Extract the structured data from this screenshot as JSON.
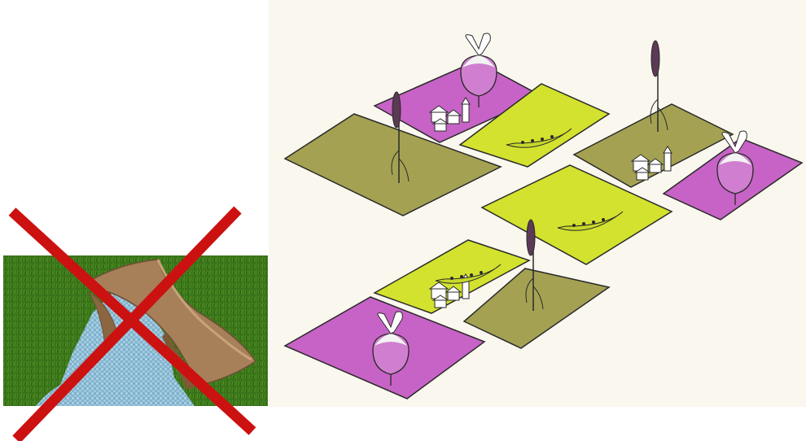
{
  "colors": {
    "background": "#ffffff",
    "grass": "#3f7a1e",
    "granules": "#9cc6dc",
    "sack": "#a9825a",
    "cross": "#cc1111",
    "paper": "#faf7ee",
    "field_purple": "#c763c6",
    "field_lime": "#d3e22e",
    "field_olive": "#a4a252",
    "outline": "#2a2a2a"
  },
  "icons": {
    "photo": "fertilizer-sack-photo",
    "cross": "prohibition-cross-icon",
    "illustration": "crop-rotation-illustration"
  },
  "crop_rotation": {
    "crops": [
      "beet",
      "peas",
      "grain"
    ],
    "farms": 3
  }
}
